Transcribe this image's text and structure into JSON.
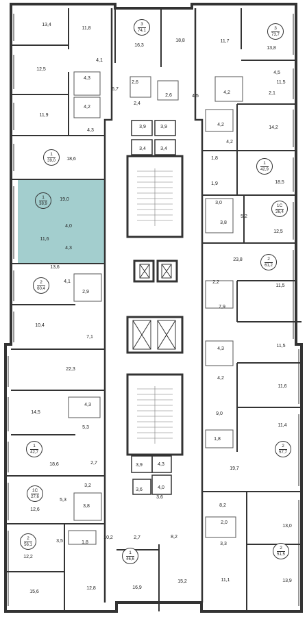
{
  "colors": {
    "highlight": "#a3cece",
    "wall": "#333333",
    "thin": "#777777"
  },
  "apartments": [
    {
      "id": "apt-1",
      "rooms": "3",
      "area": "74,1",
      "highlighted": false
    },
    {
      "id": "apt-2",
      "rooms": "3",
      "area": "73,7",
      "highlighted": false
    },
    {
      "id": "apt-3",
      "rooms": "1",
      "area": "39,0",
      "highlighted": false
    },
    {
      "id": "apt-4",
      "rooms": "1",
      "area": "42,9",
      "highlighted": false
    },
    {
      "id": "apt-5",
      "rooms": "1",
      "area": "38,9",
      "highlighted": true
    },
    {
      "id": "apt-6",
      "rooms": "1С",
      "area": "26,4",
      "highlighted": false
    },
    {
      "id": "apt-7",
      "rooms": "2",
      "area": "60,4",
      "highlighted": false
    },
    {
      "id": "apt-8",
      "rooms": "2",
      "area": "61,2",
      "highlighted": false
    },
    {
      "id": "apt-9",
      "rooms": "1",
      "area": "42,7",
      "highlighted": false
    },
    {
      "id": "apt-10",
      "rooms": "2",
      "area": "57,7",
      "highlighted": false
    },
    {
      "id": "apt-11",
      "rooms": "1С",
      "area": "27,6",
      "highlighted": false
    },
    {
      "id": "apt-12",
      "rooms": "2",
      "area": "56,1",
      "highlighted": false
    },
    {
      "id": "apt-13",
      "rooms": "2",
      "area": "51,5",
      "highlighted": false
    },
    {
      "id": "apt-14",
      "rooms": "1",
      "area": "46,6",
      "highlighted": false
    }
  ],
  "room_areas": [
    "13,4",
    "11,8",
    "16,3",
    "18,8",
    "11,7",
    "13,8",
    "12,5",
    "4,1",
    "4,3",
    "2,6",
    "2,6",
    "4,5",
    "11,5",
    "6,7",
    "4,2",
    "2,4",
    "4,2",
    "2,1",
    "4,5",
    "11,9",
    "3,9",
    "3,9",
    "4,2",
    "14,2",
    "4,3",
    "3,4",
    "3,4",
    "4,2",
    "18,6",
    "1,8",
    "18,5",
    "1,9",
    "19,0",
    "3,0",
    "5,2",
    "4,0",
    "3,8",
    "12,5",
    "11,6",
    "4,3",
    "23,8",
    "13,6",
    "4,1",
    "2,2",
    "11,5",
    "2,9",
    "7,9",
    "10,4",
    "7,1",
    "11,5",
    "4,3",
    "22,3",
    "4,2",
    "11,6",
    "14,5",
    "4,3",
    "9,0",
    "5,3",
    "11,4",
    "1,8",
    "18,6",
    "2,7",
    "19,7",
    "3,2",
    "3,9",
    "4,3",
    "5,3",
    "8,2",
    "12,6",
    "3,8",
    "4,0",
    "3,6",
    "2,0",
    "13,0",
    "3,6",
    "3,3",
    "3,5",
    "1,8",
    "10,2",
    "2,7",
    "8,2",
    "12,2",
    "11,1",
    "13,9",
    "15,6",
    "12,8",
    "16,9",
    "15,2"
  ]
}
